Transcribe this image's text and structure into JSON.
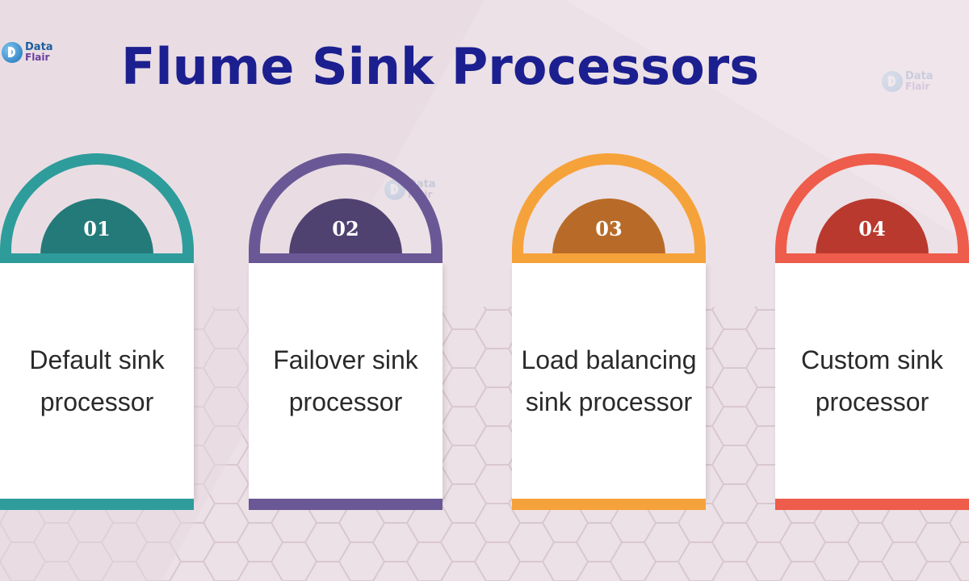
{
  "title": "Flume Sink Processors",
  "logo": {
    "line1": "Data",
    "line2": "Flair"
  },
  "watermark": {
    "line1": "Data",
    "line2": "Flair"
  },
  "cards": [
    {
      "number": "01",
      "label": "Default sink processor",
      "color": "#2e9c9b",
      "badge_color": "#237a79"
    },
    {
      "number": "02",
      "label": "Failover sink processor",
      "color": "#6a5896",
      "badge_color": "#4f4170"
    },
    {
      "number": "03",
      "label": "Load balancing sink processor",
      "color": "#f6a23a",
      "badge_color": "#b86b28"
    },
    {
      "number": "04",
      "label": "Custom sink processor",
      "color": "#ee5c4b",
      "badge_color": "#b9392f"
    }
  ]
}
